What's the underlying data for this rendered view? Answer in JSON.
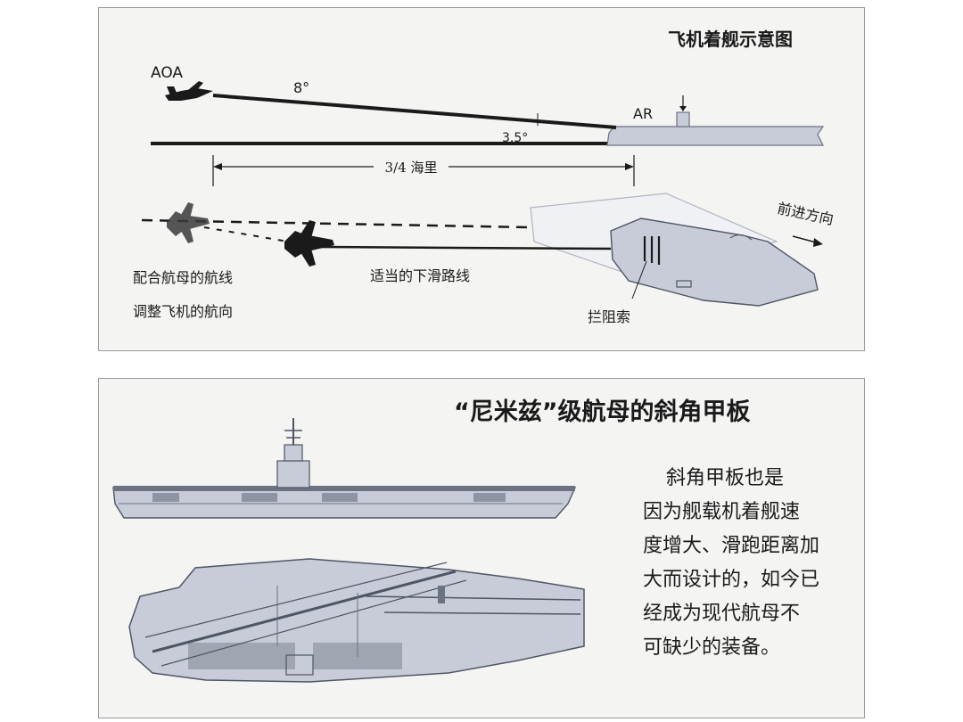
{
  "landing": {
    "title": "飞机着舰示意图",
    "label_aoa": "AOA",
    "label_ar": "AR",
    "angle_8": "8°",
    "angle_35": "3.5°",
    "distance": "3/4 海里",
    "direction": "前进方向",
    "caption_left_1": "配合航母的航线",
    "caption_left_2": "调整飞机的航向",
    "caption_glide": "适当的下滑路线",
    "caption_arrest": "拦阻索"
  },
  "nimitz": {
    "title": "“尼米兹”级航母的斜角甲板",
    "text_lines": [
      "斜角甲板也是",
      "因为舰载机着舰速",
      "度增大、滑跑距离加",
      "大而设计的，如今已",
      "经成为现代航母不",
      "可缺少的装备。"
    ]
  },
  "colors": {
    "deck_fill": "#c8ccd8",
    "deck_dark": "#6c7282",
    "ink": "#1a1a1a"
  }
}
